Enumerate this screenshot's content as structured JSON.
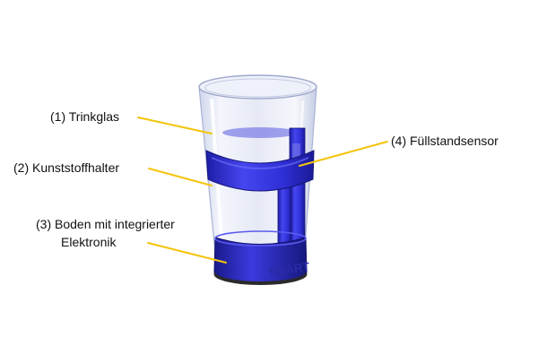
{
  "labels": {
    "glass": "(1) Trinkglas",
    "holder": "(2) Kunststoffhalter",
    "base_line1": "(3) Boden mit integrierter",
    "base_line2": "Elektronik",
    "sensor": "(4) Füllstandsensor"
  },
  "base_text": "SMART",
  "colors": {
    "holder_blue": "#3a3ae6",
    "holder_dark": "#1c1c9a",
    "leader_line": "#f4c40e",
    "text": "#111111",
    "background": "#ffffff"
  }
}
